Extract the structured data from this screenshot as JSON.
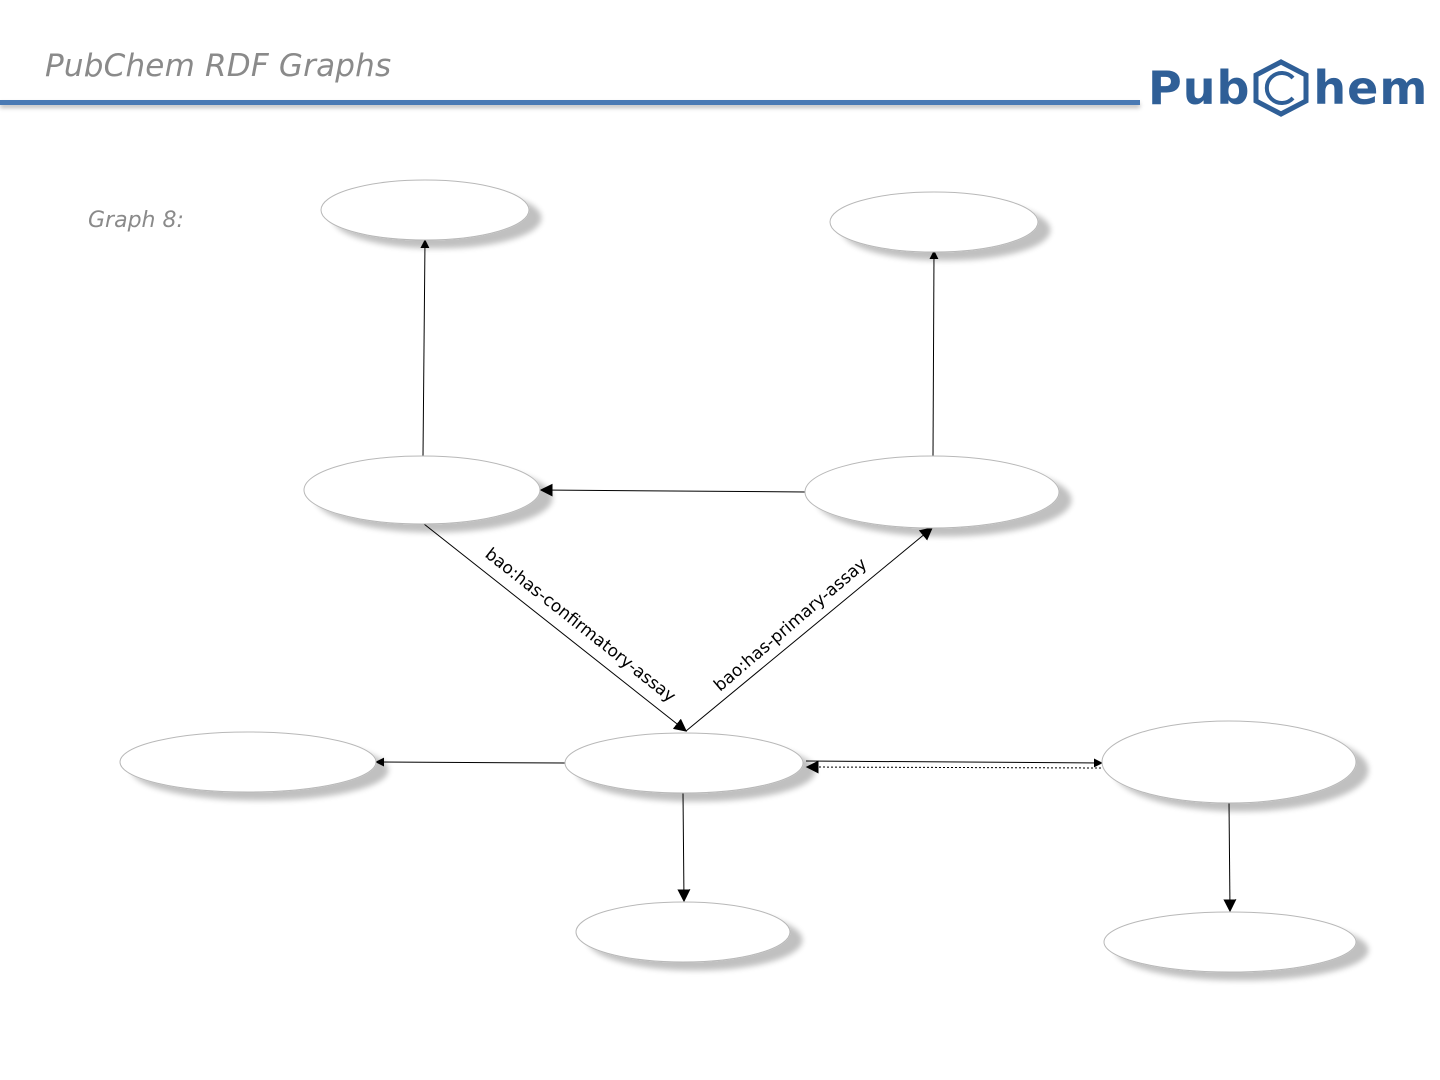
{
  "header": {
    "title": "PubChem RDF Graphs",
    "logo_text_left": "Pub",
    "logo_text_right": "hem",
    "logo_color": "#2f5f97",
    "rule_color": "#4a7ab4"
  },
  "graph": {
    "label": "Graph 8:",
    "nodes": [
      {
        "id": "top-left",
        "label": ""
      },
      {
        "id": "top-right",
        "label": ""
      },
      {
        "id": "mid-left",
        "label": ""
      },
      {
        "id": "mid-right",
        "label": ""
      },
      {
        "id": "center",
        "label": ""
      },
      {
        "id": "bottom-left",
        "label": ""
      },
      {
        "id": "bottom-center",
        "label": ""
      },
      {
        "id": "right",
        "label": ""
      },
      {
        "id": "bottom-right",
        "label": ""
      }
    ],
    "edges": [
      {
        "from": "mid-left",
        "to": "top-left",
        "label": ""
      },
      {
        "from": "mid-right",
        "to": "top-right",
        "label": ""
      },
      {
        "from": "mid-right",
        "to": "mid-left",
        "label": ""
      },
      {
        "from": "mid-left",
        "to": "center",
        "label": "bao:has-confirmatory-assay"
      },
      {
        "from": "center",
        "to": "mid-right",
        "label": "bao:has-primary-assay"
      },
      {
        "from": "center",
        "to": "bottom-left",
        "label": ""
      },
      {
        "from": "center",
        "to": "bottom-center",
        "label": ""
      },
      {
        "from": "center",
        "to": "right",
        "label": ""
      },
      {
        "from": "right",
        "to": "center",
        "label": ""
      },
      {
        "from": "right",
        "to": "bottom-right",
        "label": ""
      }
    ]
  }
}
